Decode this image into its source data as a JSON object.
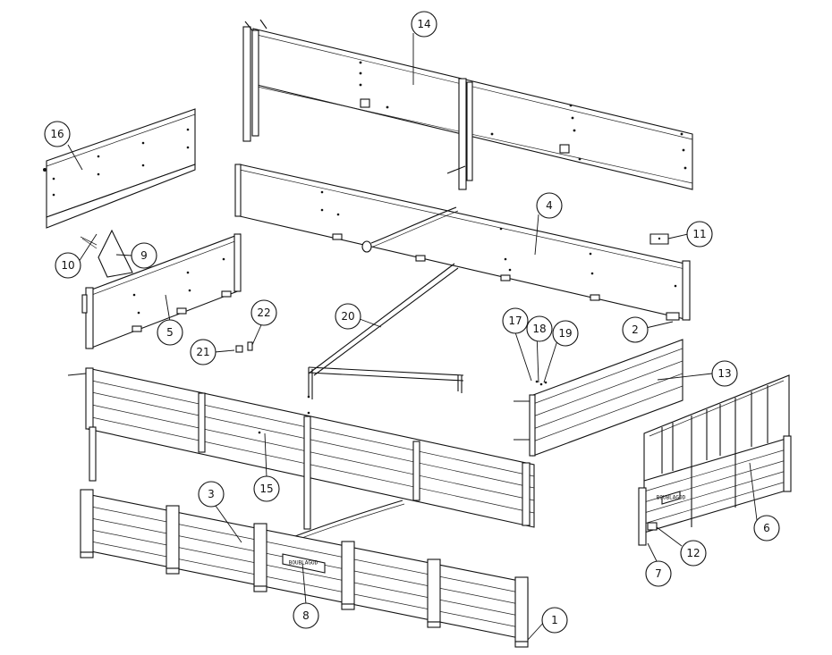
{
  "callouts": [
    "1",
    "2",
    "3",
    "4",
    "5",
    "6",
    "7",
    "8",
    "9",
    "10",
    "11",
    "12",
    "13",
    "14",
    "15",
    "16",
    "17",
    "18",
    "19",
    "20",
    "21",
    "22"
  ],
  "plate_labels": {
    "side_gate": "BOUBLAGOD",
    "rear_gate": "BOUBLAGOD"
  }
}
